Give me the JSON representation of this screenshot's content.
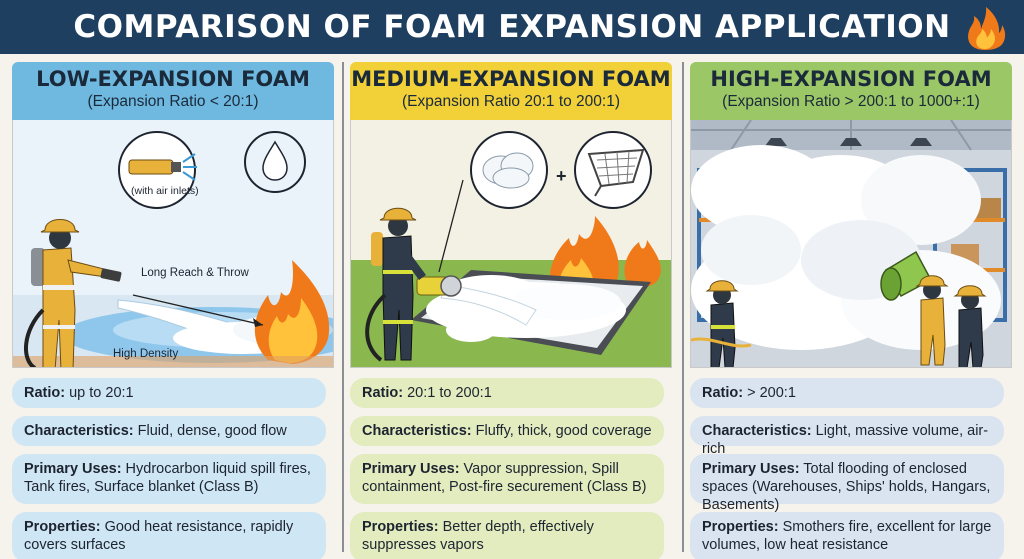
{
  "title": "COMPARISON OF FOAM EXPANSION APPLICATION",
  "columns": {
    "low": {
      "heading": "LOW-EXPANSION FOAM",
      "subheading": "(Expansion Ratio < 20:1)",
      "callout_nozzle": "(with air inlets)",
      "callout_reach": "Long Reach & Throw",
      "callout_density": "High Density",
      "ratio_label": "Ratio:",
      "ratio_value": " up to 20:1",
      "char_label": "Characteristics:",
      "char_value": " Fluid, dense, good flow",
      "uses_label": "Primary Uses:",
      "uses_value": " Hydrocarbon liquid spill fires, Tank fires, Surface blanket (Class B)",
      "props_label": "Properties:",
      "props_value": " Good heat resistance, rapidly covers surfaces"
    },
    "medium": {
      "heading": "MEDIUM-EXPANSION FOAM",
      "subheading": "(Expansion Ratio 20:1 to 200:1)",
      "plus": "+",
      "ratio_label": "Ratio:",
      "ratio_value": " 20:1 to 200:1",
      "char_label": "Characteristics:",
      "char_value": " Fluffy, thick, good coverage",
      "uses_label": "Primary Uses:",
      "uses_value": " Vapor suppression, Spill containment, Post-fire securement (Class B)",
      "props_label": "Properties:",
      "props_value": " Better depth, effectively suppresses vapors"
    },
    "high": {
      "heading": "HIGH-EXPANSION FOAM",
      "subheading": "(Expansion Ratio > 200:1 to 1000+:1)",
      "ratio_label": "Ratio:",
      "ratio_value": " > 200:1",
      "char_label": "Characteristics:",
      "char_value": " Light, massive volume, air-rich",
      "uses_label": "Primary Uses:",
      "uses_value": " Total flooding of enclosed spaces (Warehouses, Ships' holds, Hangars, Basements)",
      "props_label": "Properties:",
      "props_value": " Smothers fire, excellent for large volumes, low heat resistance"
    }
  },
  "icons": {
    "title": "flame-icon",
    "low_nozzle": "nozzle-icon",
    "low_drop": "water-drop-icon",
    "med_foam": "foam-cloud-icon",
    "med_net": "net-screen-icon"
  },
  "colors": {
    "title_bar": "#1f3f60",
    "low_header": "#6fb8e0",
    "medium_header": "#f2d038",
    "high_header": "#9cc766",
    "fire": "#f07a1a",
    "firefighter_suit": "#e8b23a"
  }
}
